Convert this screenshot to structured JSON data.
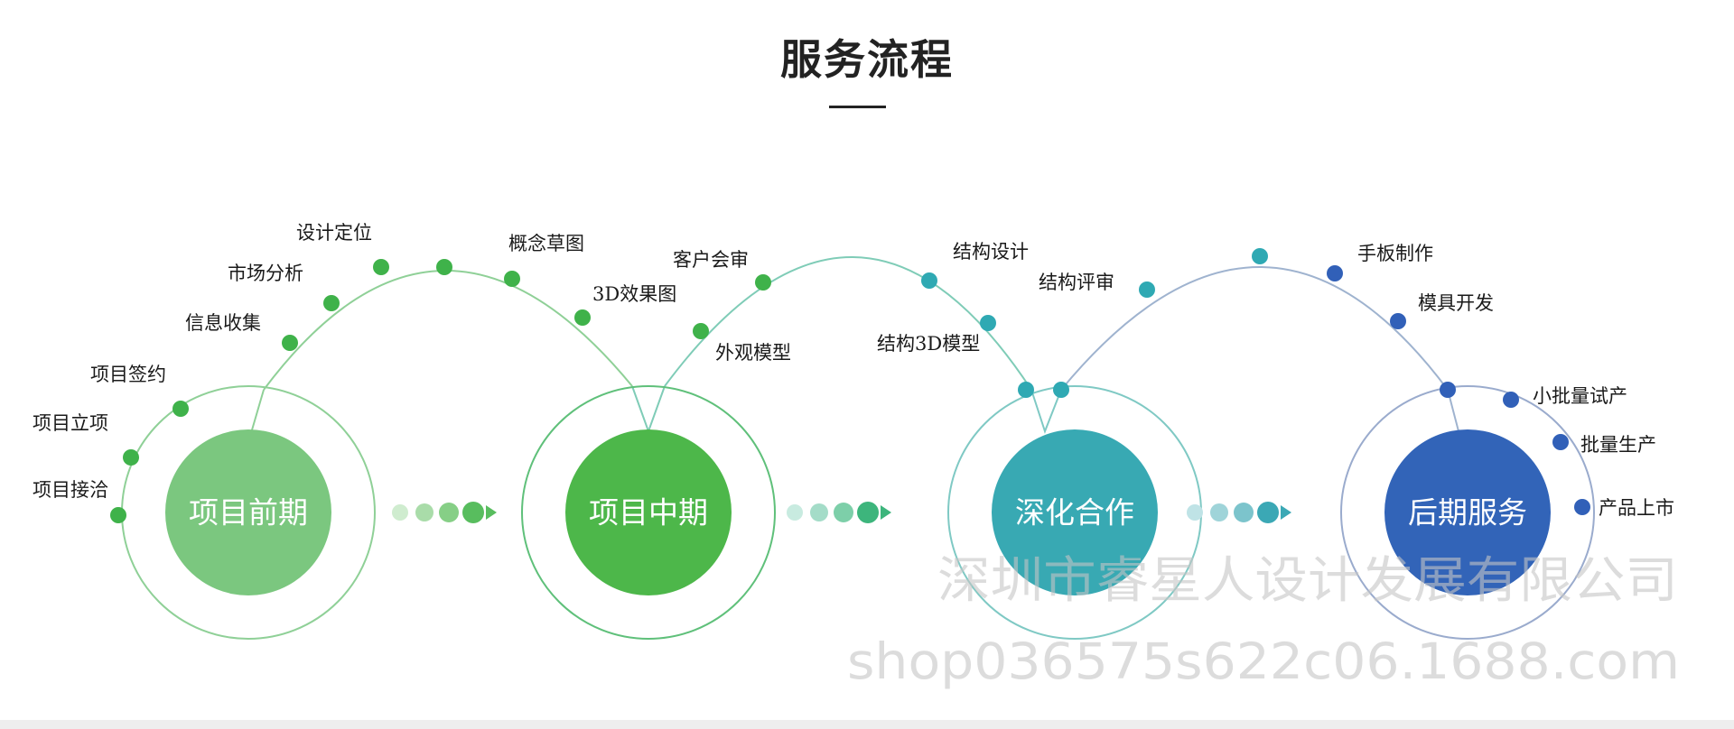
{
  "title": "服务流程",
  "phases": [
    {
      "label": "项目前期",
      "color": "#7bc77f",
      "ring": "#8fd097"
    },
    {
      "label": "项目中期",
      "color": "#4db74a",
      "ring": "#5fc07a"
    },
    {
      "label": "深化合作",
      "color": "#38a9b3",
      "ring": "#7fc9c4"
    },
    {
      "label": "后期服务",
      "color": "#3264b8",
      "ring": "#9aabcd"
    }
  ],
  "steps": [
    {
      "label": "项目接洽",
      "color": "#3fb24a"
    },
    {
      "label": "项目立项",
      "color": "#3fb24a"
    },
    {
      "label": "项目签约",
      "color": "#3fb24a"
    },
    {
      "label": "信息收集",
      "color": "#3fb24a"
    },
    {
      "label": "市场分析",
      "color": "#3fb24a"
    },
    {
      "label": "设计定位",
      "color": "#3fb24a"
    },
    {
      "label": "概念草图",
      "color": "#3fb24a"
    },
    {
      "label": "3D效果图",
      "color": "#3fb24a"
    },
    {
      "label": "外观模型",
      "color": "#3fb24a"
    },
    {
      "label": "客户会审",
      "color": "#3fb24a"
    },
    {
      "label": "结构设计",
      "color": "#2fa9b3"
    },
    {
      "label": "结构3D模型",
      "color": "#2fa9b3"
    },
    {
      "label": "结构评审",
      "color": "#2fa9b3"
    },
    {
      "label": "手板制作",
      "color": "#3160b8"
    },
    {
      "label": "模具开发",
      "color": "#3160b8"
    },
    {
      "label": "小批量试产",
      "color": "#3160b8"
    },
    {
      "label": "批量生产",
      "color": "#3160b8"
    },
    {
      "label": "产品上市",
      "color": "#3160b8"
    }
  ],
  "arrows": [
    {
      "colors": [
        "#cfeccf",
        "#a9dca9",
        "#86cf86",
        "#58bd5e"
      ]
    },
    {
      "colors": [
        "#c8ebe0",
        "#a4dcc8",
        "#7dcfa9",
        "#3db57c"
      ]
    },
    {
      "colors": [
        "#bfe3e6",
        "#9fd4d9",
        "#7cc4cc",
        "#3ba8b5"
      ]
    }
  ],
  "watermark": {
    "company": "深圳市睿星人设计发展有限公司",
    "site": "shop036575s622c06.1688.com"
  }
}
